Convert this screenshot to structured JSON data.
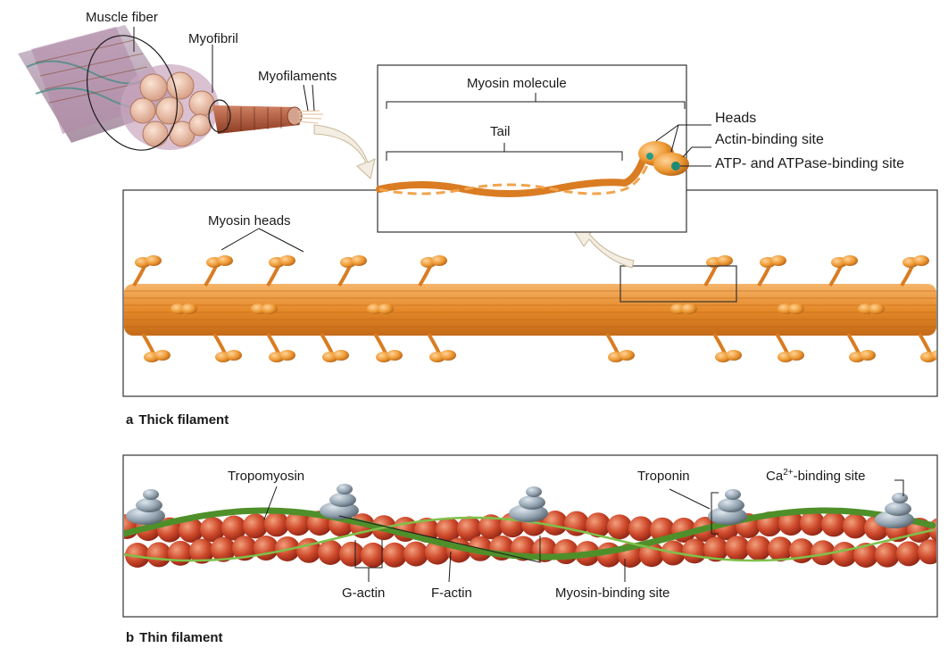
{
  "overview": {
    "muscle_fiber": "Muscle fiber",
    "myofibril": "Myofibril",
    "myofilaments": "Myofilaments"
  },
  "myosin_inset": {
    "molecule": "Myosin molecule",
    "tail": "Tail",
    "heads": "Heads",
    "actin_binding_site": "Actin-binding site",
    "atp_binding_site": "ATP- and ATPase-binding site"
  },
  "thick_filament": {
    "myosin_heads": "Myosin heads",
    "caption_letter": "a",
    "caption_text": "Thick filament"
  },
  "thin_filament": {
    "tropomyosin": "Tropomyosin",
    "troponin": "Troponin",
    "ca_binding_prefix": "Ca",
    "ca_binding_sup": "2+",
    "ca_binding_suffix": "-binding site",
    "g_actin": "G-actin",
    "f_actin": "F-actin",
    "myosin_binding_site": "Myosin-binding site",
    "caption_letter": "b",
    "caption_text": "Thin filament"
  },
  "colors": {
    "myosin_orange": "#e8922c",
    "actin_red": "#c8442a",
    "tropomyosin_green": "#4f8f2a",
    "troponin_gray": "#8a9aa6",
    "fiber_pink": "#d9a48c"
  }
}
